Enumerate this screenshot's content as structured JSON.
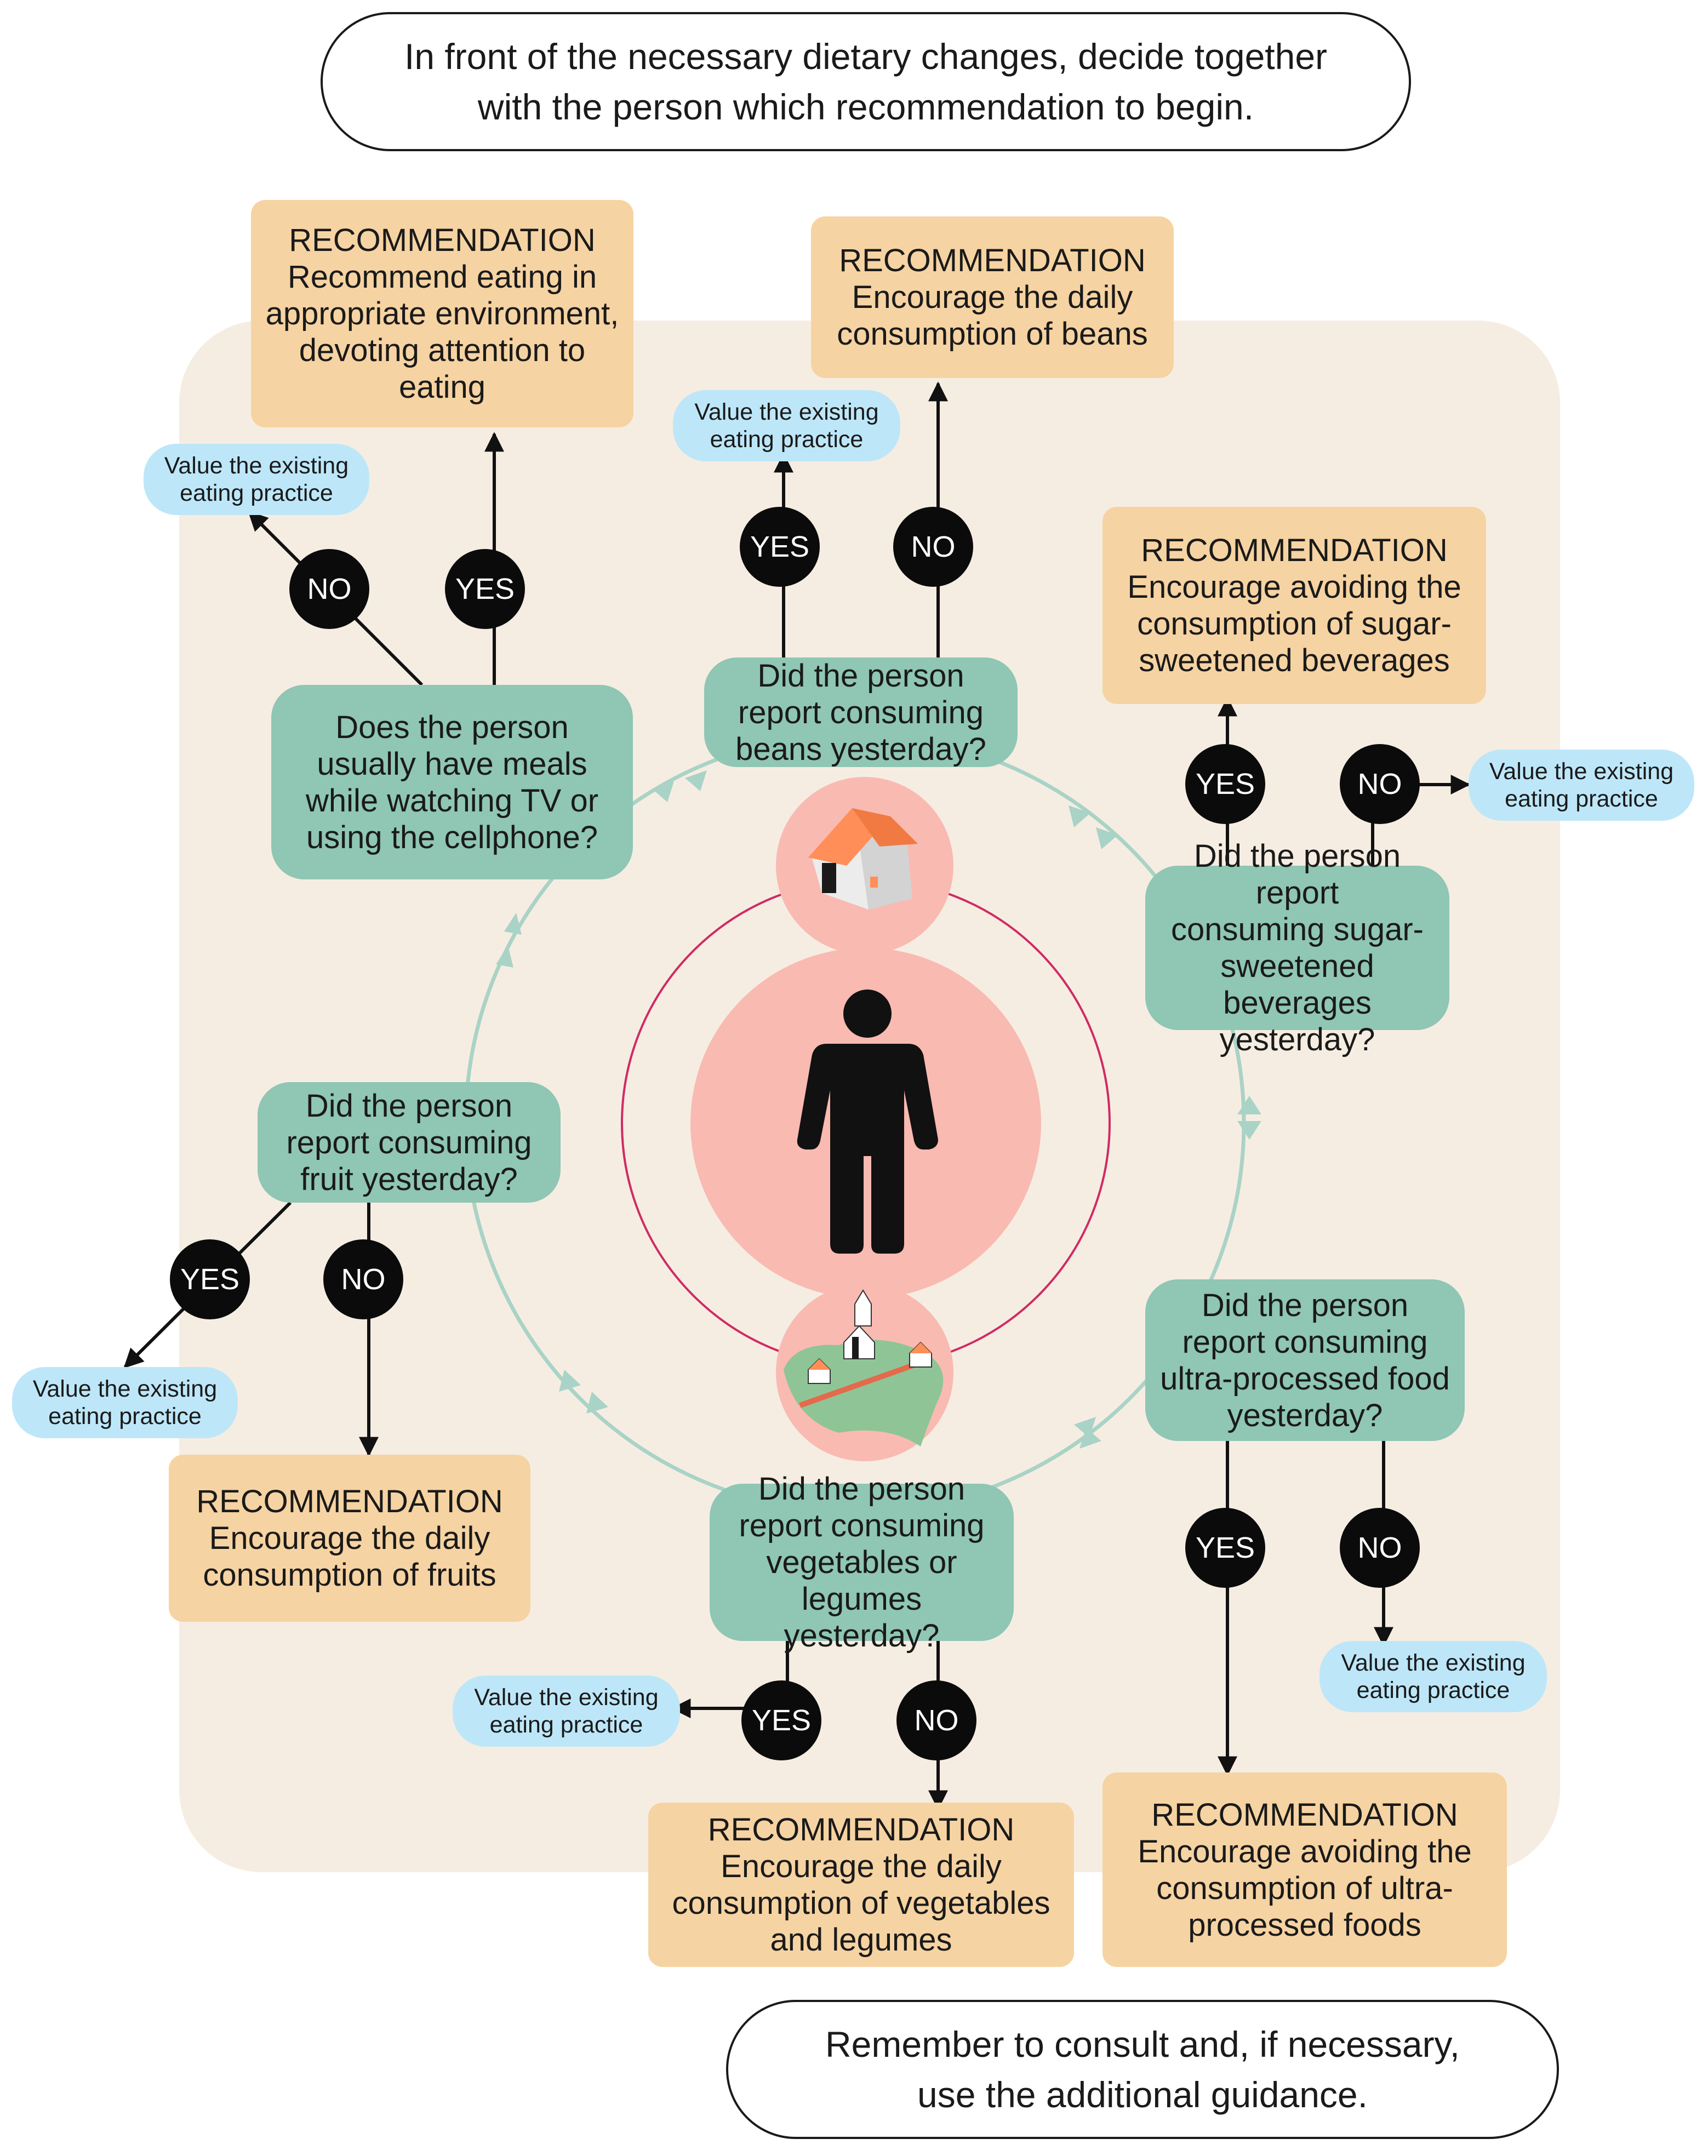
{
  "colors": {
    "panel": "#f6ede2",
    "recommendation": "#f6d3a2",
    "question": "#8fc6b4",
    "value_pill": "#bde7f9",
    "answer_dot": "#0b0b0b",
    "cycle_line": "#a9d3c6",
    "center_disc": "#f9bab2",
    "center_ring": "#cf2b64"
  },
  "icons": {
    "house": "house-icon",
    "person": "person-icon",
    "community": "community-icon"
  },
  "header": {
    "text": "In front of the necessary dietary changes, decide together\nwith the person which recommendation to begin."
  },
  "footer": {
    "text": "Remember to consult and, if necessary,\nuse the additional guidance."
  },
  "questions": {
    "tv": "Does the person\nusually have meals\nwhile watching TV or\nusing the cellphone?",
    "beans": "Did the person\nreport consuming\nbeans yesterday?",
    "sugar": "Did the person report\nconsuming sugar-\nsweetened beverages\nyesterday?",
    "fruit": "Did the person\nreport consuming\nfruit yesterday?",
    "ultra": "Did the person\nreport consuming\nultra-processed food\nyesterday?",
    "vegetables": "Did the person\nreport consuming\nvegetables or\nlegumes yesterday?"
  },
  "recommendations": {
    "tv": "RECOMMENDATION\nRecommend eating in\nappropriate environment,\ndevoting attention to\neating",
    "beans": "RECOMMENDATION\nEncourage the daily\nconsumption of beans",
    "sugar": "RECOMMENDATION\nEncourage avoiding the\nconsumption of sugar-\nsweetened beverages",
    "fruit": "RECOMMENDATION\nEncourage the daily\nconsumption of fruits",
    "vegetables": "RECOMMENDATION\nEncourage the daily\nconsumption of vegetables\nand legumes",
    "ultra": "RECOMMENDATION\nEncourage avoiding the\nconsumption of ultra-\nprocessed foods"
  },
  "value_practice": "Value the existing\neating practice",
  "answers": {
    "yes": "YES",
    "no": "NO"
  }
}
